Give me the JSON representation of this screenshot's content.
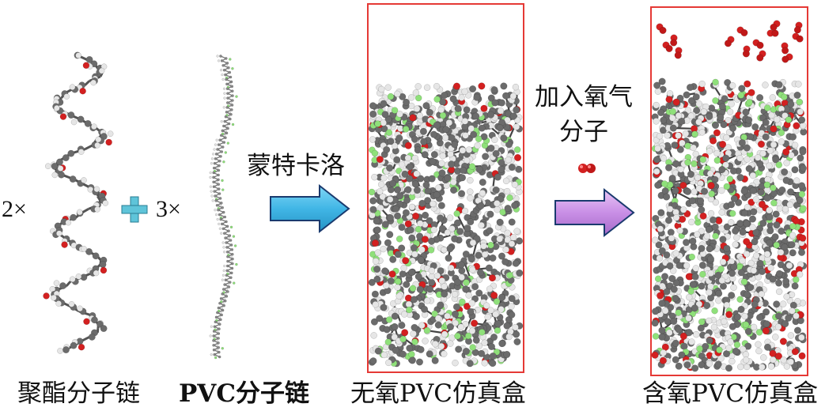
{
  "labels": {
    "polyester_multiplier": "2×",
    "pvc_multiplier": "3×",
    "monte_carlo": "蒙特卡洛",
    "add_oxygen_line1": "加入氧气",
    "add_oxygen_line2": "分子",
    "caption_polyester": "聚酯分子链",
    "caption_pvc": "PVC分子链",
    "caption_no_oxygen": "无氧PVC仿真盒",
    "caption_with_oxygen": "含氧PVC仿真盒"
  },
  "colors": {
    "box_border": "#e53935",
    "arrow_blue": "#41b6e6",
    "arrow_purple": "#c98fe6",
    "plus_sign": "#5fc4d9",
    "atom_carbon": "#6b6b6b",
    "atom_hydrogen": "#e6e6e6",
    "atom_oxygen": "#d32020",
    "atom_chlorine": "#8fe07a",
    "arrow_outline": "#1a3a6e"
  }
}
